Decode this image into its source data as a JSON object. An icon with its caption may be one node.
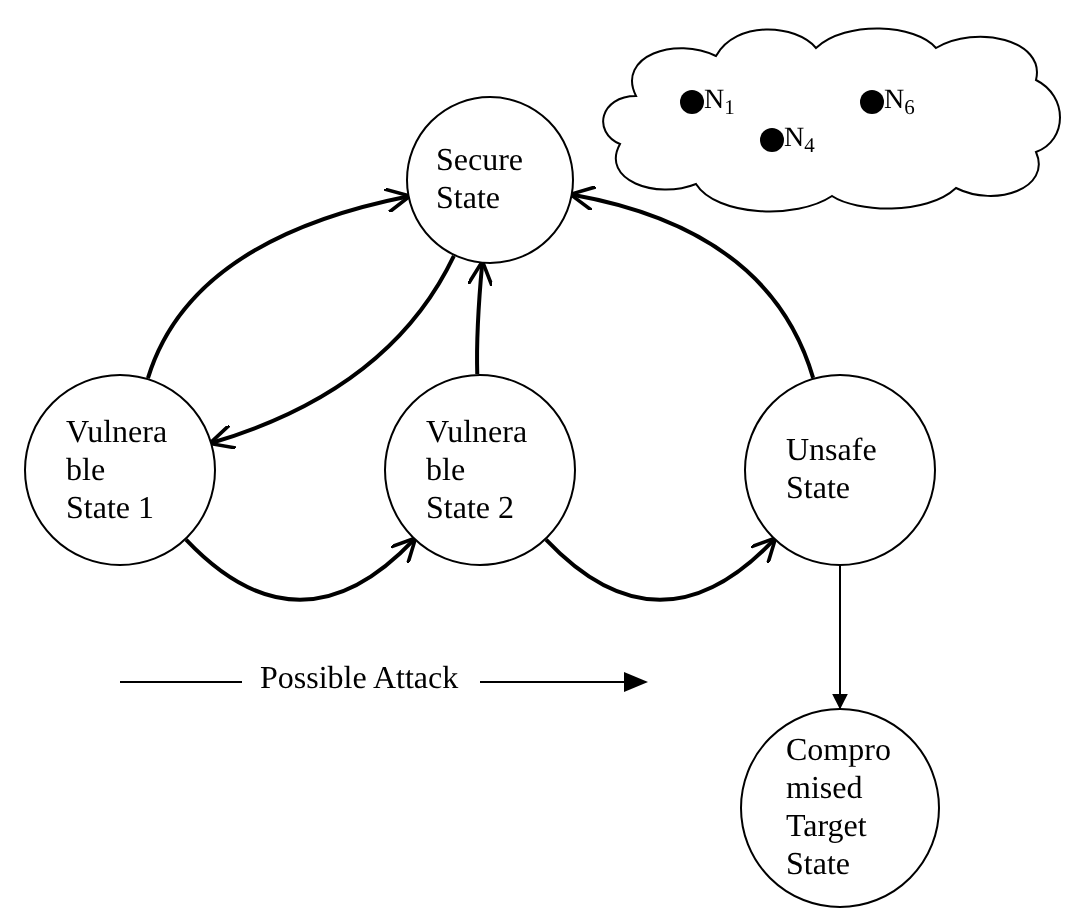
{
  "diagram": {
    "nodes": [
      {
        "text": [
          "Secure State"
        ]
      },
      {
        "text": [
          "Vulnera ble State 1"
        ]
      },
      {
        "text": [
          "Vulnera ble State 2"
        ]
      },
      {
        "text": [
          "Unsafe State"
        ]
      },
      {
        "text": [
          "Compro mised Target State"
        ]
      },
      {
        "text": [
          "N$_{1}$",
          "N$_{4}$",
          "N$_{6}$"
        ]
      }
    ],
    "edges": [
      {
        "from": 1,
        "to": 0,
        "arrow": "to"
      },
      {
        "from": 0,
        "to": 1,
        "arrow": "to"
      },
      {
        "from": 2,
        "to": 0,
        "arrow": "to"
      },
      {
        "from": 3,
        "to": 0,
        "arrow": "to"
      },
      {
        "from": 1,
        "to": 2,
        "arrow": "to"
      },
      {
        "from": 2,
        "to": 3,
        "arrow": "to"
      },
      {
        "from": 3,
        "to": 4,
        "arrow": "to"
      }
    ],
    "labels": [
      "Possible Attack"
    ]
  }
}
